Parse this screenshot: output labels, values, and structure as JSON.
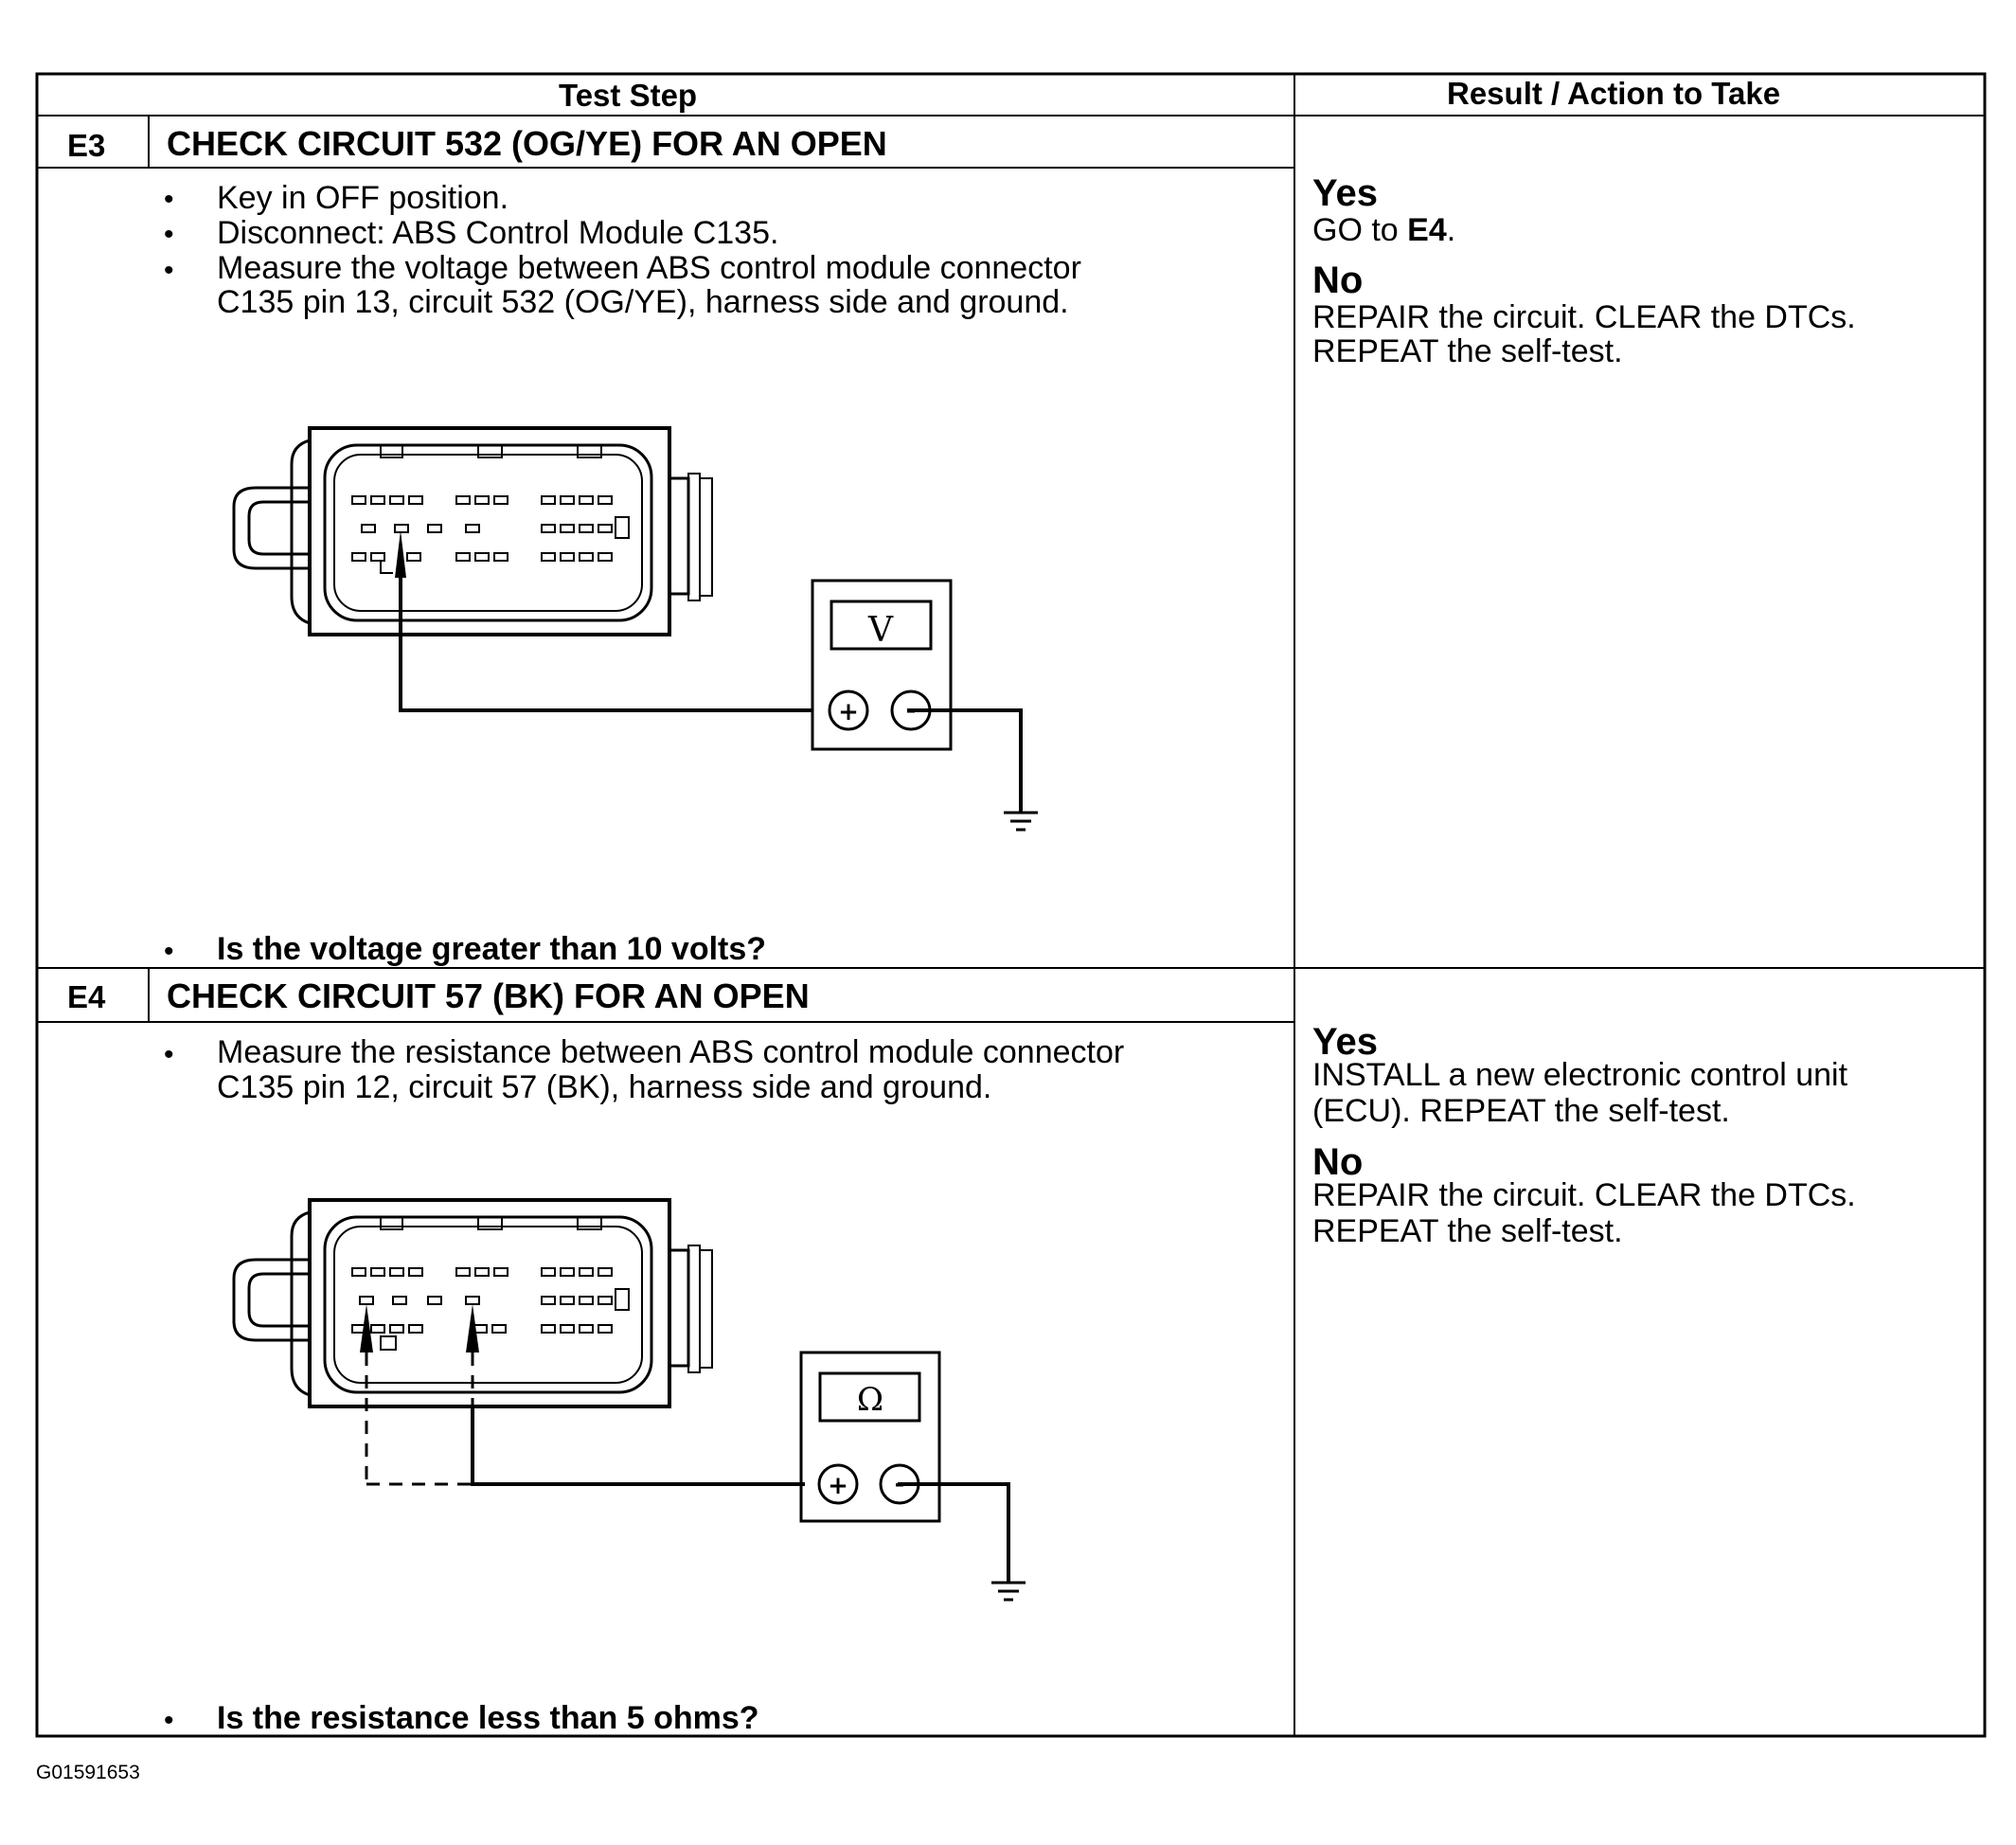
{
  "header": {
    "test_step": "Test Step",
    "result": "Result / Action to Take"
  },
  "steps": [
    {
      "code": "E3",
      "title": "CHECK CIRCUIT 532 (OG/YE) FOR AN OPEN",
      "bullets": [
        "Key in OFF position.",
        "Disconnect: ABS Control Module C135.",
        "Measure the voltage between ABS control module connector",
        "C135 pin 13, circuit 532 (OG/YE), harness side and ground."
      ],
      "question": "Is the voltage greater than 10 volts?",
      "meter_symbol": "V",
      "yes_label": "Yes",
      "yes_action_prefix": "GO to ",
      "yes_action_target": "E4",
      "yes_action_suffix": ".",
      "no_label": "No",
      "no_lines": [
        "REPAIR the circuit. CLEAR the DTCs.",
        "REPEAT the self-test."
      ]
    },
    {
      "code": "E4",
      "title": "CHECK CIRCUIT 57 (BK) FOR AN OPEN",
      "bullets": [
        "Measure the resistance between ABS control module connector",
        "C135 pin 12, circuit 57 (BK), harness side and ground."
      ],
      "question": "Is the resistance less than 5 ohms?",
      "meter_symbol": "Ω",
      "yes_label": "Yes",
      "yes_lines": [
        "INSTALL a new electronic control unit",
        "(ECU). REPEAT the self-test."
      ],
      "no_label": "No",
      "no_lines": [
        "REPAIR the circuit. CLEAR the DTCs.",
        "REPEAT the self-test."
      ]
    }
  ],
  "meter": {
    "plus": "+",
    "minus": "-"
  },
  "footer": {
    "code": "G01591653"
  },
  "icons": {
    "bullet": "bullet-dot-icon",
    "ground": "ground-symbol-icon",
    "connector": "connector-c135-icon",
    "meter": "multimeter-icon"
  }
}
